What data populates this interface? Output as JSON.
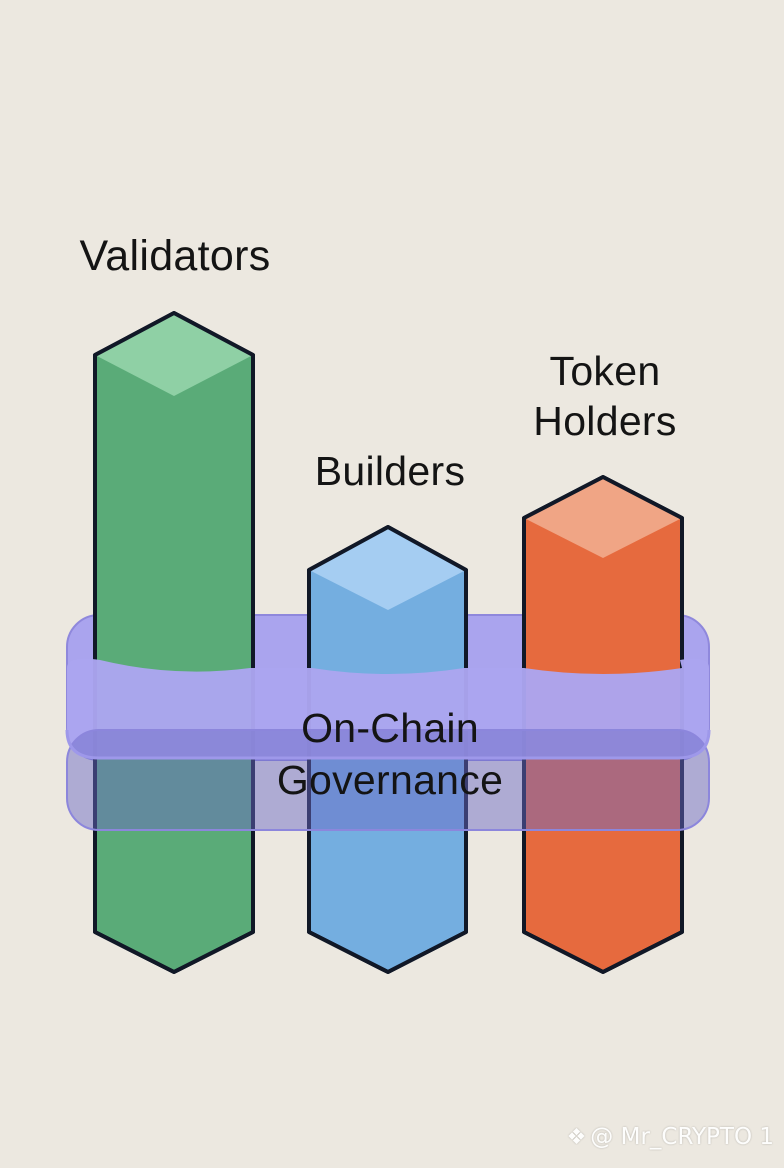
{
  "diagram": {
    "pillars": [
      {
        "id": "validators",
        "label": "Validators",
        "color": "#5aab78",
        "top_color": "#8fd0a5"
      },
      {
        "id": "builders",
        "label": "Builders",
        "color": "#74aee0",
        "top_color": "#a5cdf2"
      },
      {
        "id": "token-holders",
        "label_lines": [
          "Token",
          "Holders"
        ],
        "color": "#e66a3e",
        "top_color": "#f0a585"
      }
    ],
    "ring": {
      "label_lines": [
        "On-Chain",
        "Governance"
      ],
      "color": "#a8a2ee"
    }
  },
  "watermark": {
    "icon": "binance-diamond-icon",
    "text": "@ Mr_CRYPTO 1"
  }
}
